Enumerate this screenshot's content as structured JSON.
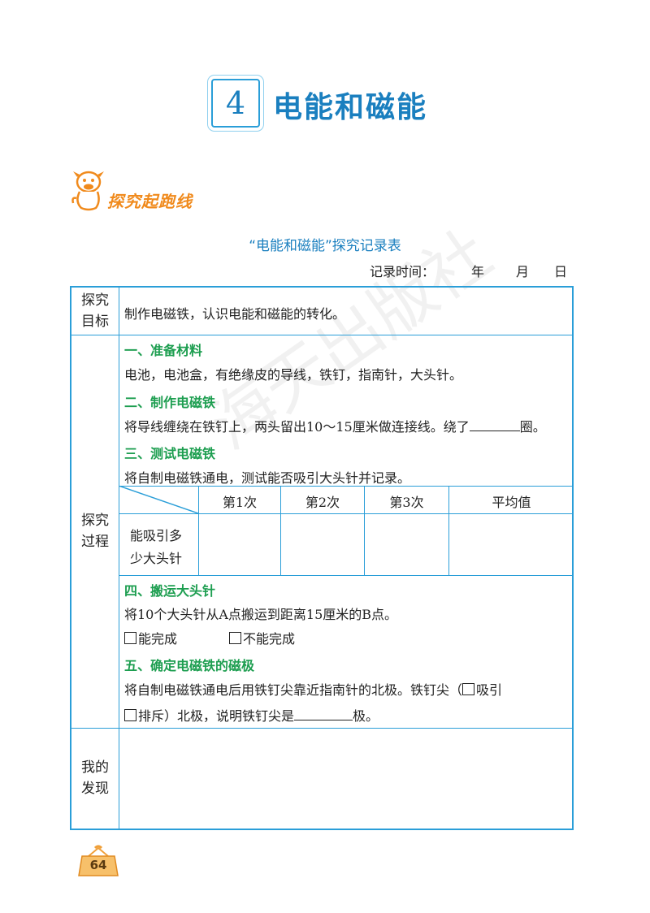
{
  "chapter": {
    "number": "4",
    "title": "电能和磁能"
  },
  "explore_label": "探究起跑线",
  "table_title": "“电能和磁能”探究记录表",
  "record_time": {
    "label": "记录时间：",
    "year": "年",
    "month": "月",
    "day": "日"
  },
  "rows": {
    "goal": {
      "head_1": "探究",
      "head_2": "目标",
      "text": "制作电磁铁，认识电能和磁能的转化。"
    },
    "process": {
      "head_1": "探究",
      "head_2": "过程",
      "s1_title": "一、准备材料",
      "s1_text": "电池，电池盒，有绝缘皮的导线，铁钉，指南针，大头针。",
      "s2_title": "二、制作电磁铁",
      "s2_text_a": "将导线缠绕在铁钉上，两头留出10～15厘米做连接线。绕了",
      "s2_text_b": "圈。",
      "s3_title": "三、测试电磁铁",
      "s3_text": "将自制电磁铁通电，测试能否吸引大头针并记录。",
      "test_table": {
        "headers": [
          "第1次",
          "第2次",
          "第3次",
          "平均值"
        ],
        "row_label_1": "能吸引多",
        "row_label_2": "少大头针",
        "values": [
          "",
          "",
          "",
          ""
        ]
      },
      "s4_title": "四、搬运大头针",
      "s4_text": "将10个大头针从A点搬运到距离15厘米的B点。",
      "s4_opt1": "能完成",
      "s4_opt2": "不能完成",
      "s5_title": "五、确定电磁铁的磁极",
      "s5_text_a": "将自制电磁铁通电后用铁钉尖靠近指南针的北极。铁钉尖（",
      "s5_opt1": "吸引",
      "s5_opt2": "排斥",
      "s5_text_b": "）北极，说明铁钉尖是",
      "s5_text_c": "极。"
    },
    "finding": {
      "head_1": "我的",
      "head_2": "发现",
      "text": ""
    }
  },
  "watermark": "海天出版社",
  "page_number": "64",
  "colors": {
    "blue": "#2a9ed8",
    "title_blue": "#1a7fbf",
    "green": "#1d9e50",
    "orange": "#f08a1c"
  }
}
